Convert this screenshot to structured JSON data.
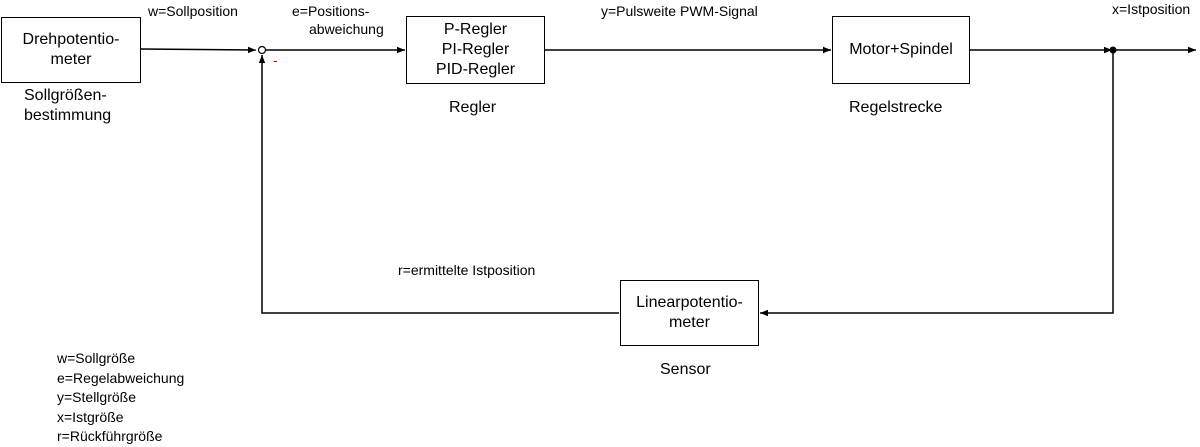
{
  "blocks": {
    "setpoint": {
      "lines": [
        "Drehpotentio-",
        "meter"
      ],
      "caption": [
        "Sollgrößen-",
        "bestimmung"
      ]
    },
    "controller": {
      "lines": [
        "P-Regler",
        "PI-Regler",
        "PID-Regler"
      ],
      "caption": "Regler"
    },
    "plant": {
      "lines": [
        "Motor+Spindel"
      ],
      "caption": "Regelstrecke"
    },
    "sensor": {
      "lines": [
        "Linearpotentio-",
        "meter"
      ],
      "caption": "Sensor"
    }
  },
  "signals": {
    "w": "w=Sollposition",
    "e": [
      "e=Positions-",
      "abweichung"
    ],
    "y": "y=Pulsweite PWM-Signal",
    "x": "x=Istposition",
    "r": "r=ermittelte Istposition"
  },
  "summing_junction": {
    "minus_sign": "-"
  },
  "legend": [
    "w=Sollgröße",
    "e=Regelabweichung",
    "y=Stellgröße",
    "x=Istgröße",
    "r=Rückführgröße"
  ]
}
